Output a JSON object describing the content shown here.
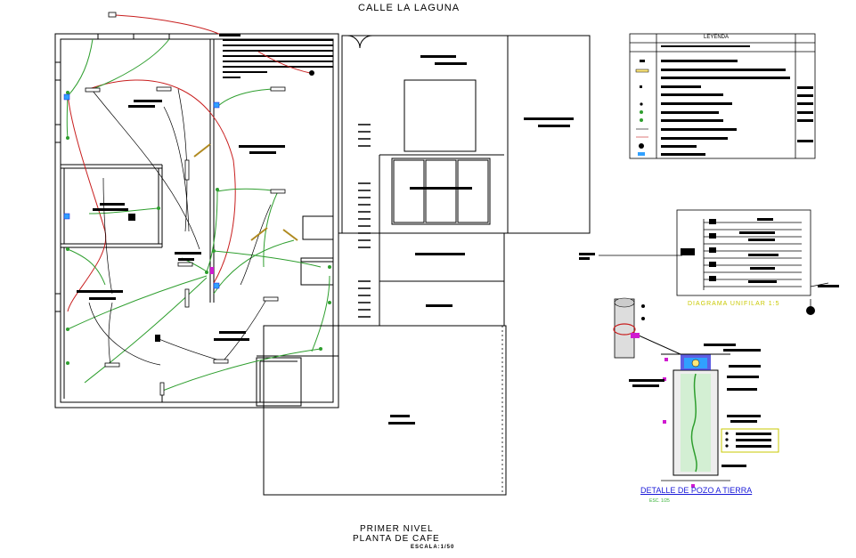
{
  "drawing": {
    "street_name": "CALLE LA LAGUNA",
    "level_title": "PRIMER NIVEL",
    "plan_title": "PLANTA DE CAFE",
    "scale_note": "ESCALA:1/50"
  },
  "legend": {
    "title": "LEYENDA"
  },
  "unifilar": {
    "title": "DIAGRAMA UNIFILAR 1:5"
  },
  "ground_detail": {
    "title": "DETALLE DE POZO A TIERRA",
    "scale": "ESC. 1/25"
  },
  "colors": {
    "wire_green": "#2e9e2e",
    "wire_red": "#c81e1e",
    "wall": "#000000",
    "title_blue": "#1a1ad8",
    "title_yellow": "#c9c900",
    "ground_fill": "#b8f0b8",
    "blue_box": "#1a1ad8",
    "magenta_marker": "#d01ad0",
    "socket_cyan": "#30a0ff"
  }
}
